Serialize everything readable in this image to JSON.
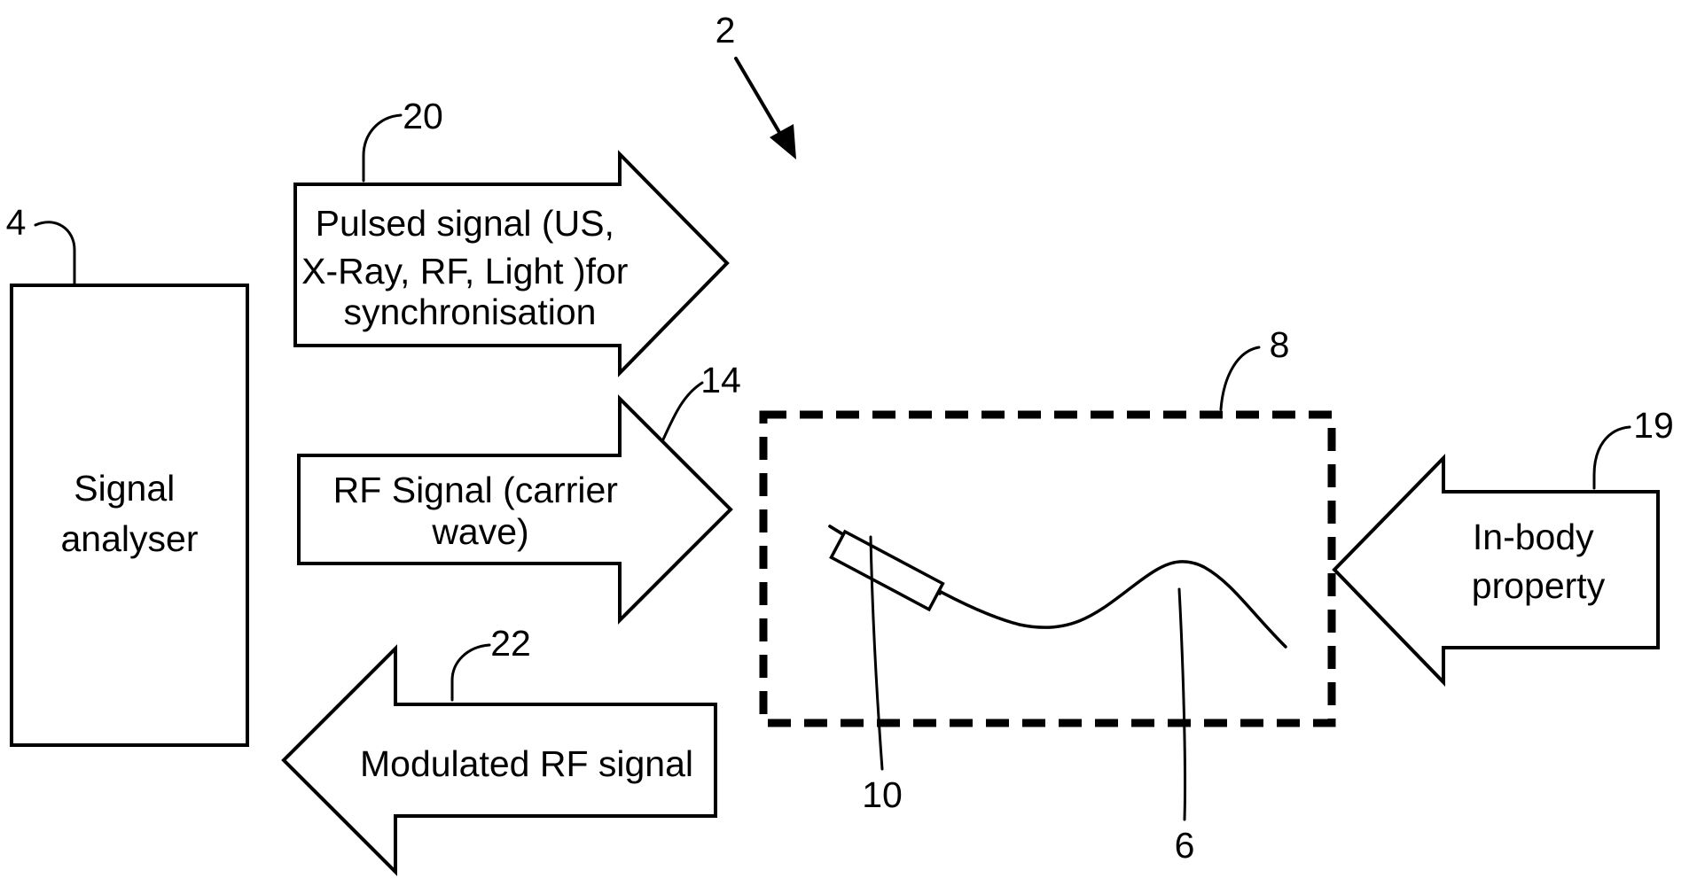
{
  "figure_ref": "2",
  "signal_analyser": {
    "ref": "4",
    "lines": [
      "Signal",
      "analyser"
    ]
  },
  "pulsed_arrow": {
    "ref": "20",
    "lines": [
      "Pulsed signal (US,",
      "X-Ray, RF, Light )for",
      "synchronisation"
    ]
  },
  "rf_arrow": {
    "ref": "14",
    "lines": [
      "RF Signal (carrier",
      "wave)"
    ]
  },
  "modulated_arrow": {
    "ref": "22",
    "lines": [
      "Modulated RF signal"
    ]
  },
  "body_region": {
    "ref": "8"
  },
  "in_body_arrow": {
    "ref": "19",
    "lines": [
      "In-body",
      "property"
    ]
  },
  "sensor": {
    "ref": "10"
  },
  "device": {
    "ref": "6"
  },
  "colors": {
    "stroke": "#000000",
    "background": "#ffffff"
  }
}
